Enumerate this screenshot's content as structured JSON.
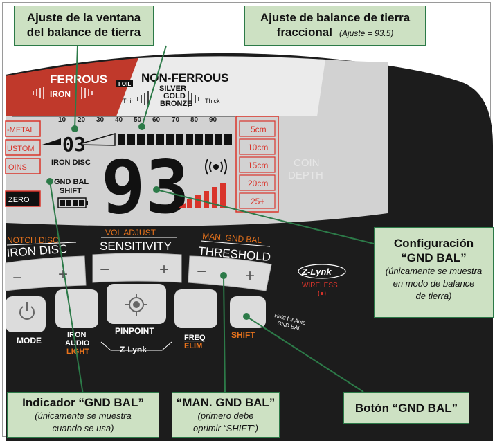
{
  "colors": {
    "panel": "#1c1c1c",
    "lcd": "#d2d2d2",
    "ferrous": "#c0392b",
    "accent_orange": "#e8731c",
    "lcd_red": "#d9342b",
    "callout_bg": "#cde1c3",
    "callout_border": "#2c7a48",
    "leader": "#2c7a48"
  },
  "callouts": {
    "window": {
      "line1": "Ajuste de la ventana",
      "line2": "del balance de tierra"
    },
    "fractional": {
      "line1": "Ajuste de balance de tierra",
      "line2": "fraccional",
      "note": "(Ajuste = 93.5)"
    },
    "config": {
      "line1": "Configuración",
      "line2": "“GND BAL”",
      "note1": "(únicamente se muestra",
      "note2": "en modo de balance",
      "note3": "de tierra)"
    },
    "indicator": {
      "line1": "Indicador “GND BAL”",
      "note1": "(únicamente se muestra",
      "note2": "cuando se usa)"
    },
    "manual": {
      "line1": "“MAN. GND BAL”",
      "note1": "(primero debe",
      "note2": "oprimir “SHIFT”)"
    },
    "button": {
      "line1": "Botón “GND BAL”"
    }
  },
  "lcd": {
    "ferrous": "FERROUS",
    "non_ferrous": "NON-FERROUS",
    "iron": "IRON",
    "foil": "FOIL",
    "silver": "SILVER",
    "gold": "GOLD",
    "bronze": "BRONZE",
    "thin": "Thin",
    "thick": "Thick",
    "scale": [
      "10",
      "20",
      "30",
      "40",
      "50",
      "60",
      "70",
      "80",
      "90"
    ],
    "left_modes": [
      "-METAL",
      "USTOM",
      "OINS",
      "ZERO"
    ],
    "small_number": "03",
    "iron_disc": "IRON DISC",
    "gnd_bal": "GND BAL",
    "shift": "SHIFT",
    "big_number": "93",
    "depth": [
      "5cm",
      "10cm",
      "15cm",
      "20cm",
      "25+"
    ],
    "coin": "COIN",
    "depth_label": "DEPTH"
  },
  "controls": {
    "notch_disc": "NOTCH DISC",
    "iron_disc": "IRON DISC",
    "vol_adjust": "VOL ADJUST",
    "sensitivity": "SENSITIVITY",
    "man_gnd_bal": "MAN. GND BAL",
    "threshold": "THRESHOLD",
    "minus": "−",
    "plus": "+",
    "mode": "MODE",
    "iron_audio_1": "IRON",
    "iron_audio_2": "AUDIO",
    "light": "LIGHT",
    "pinpoint": "PINPOINT",
    "z_lynk": "Z-Lynk",
    "freq": "FREQ",
    "elim": "ELIM",
    "shift": "SHIFT",
    "hold_1": "Hold for Auto",
    "hold_2": "GND BAL",
    "zlynk_logo": "Z-Lynk",
    "wireless": "WIRELESS"
  }
}
